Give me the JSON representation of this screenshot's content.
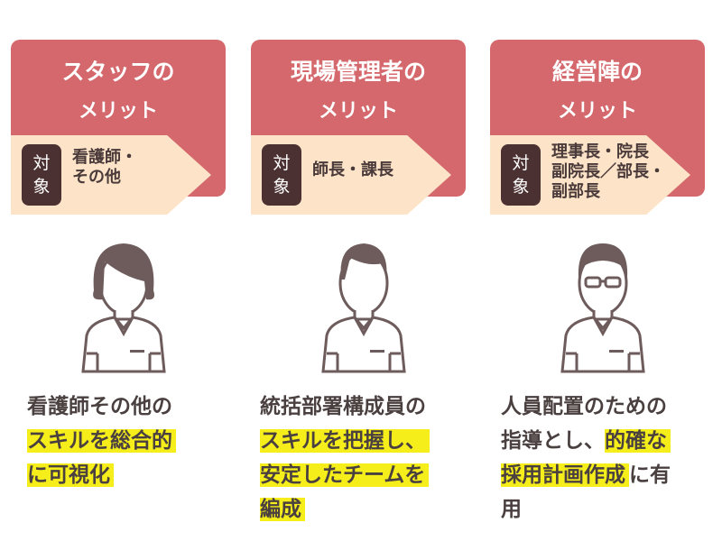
{
  "columns": [
    {
      "title1": "スタッフの",
      "title2": "メリット",
      "badge": "対象",
      "target": [
        "看護師・",
        "その他"
      ],
      "desc": [
        [
          {
            "t": "看護師その他の",
            "h": false
          }
        ],
        [
          {
            "t": "スキルを総合的",
            "h": true
          }
        ],
        [
          {
            "t": "に可視化",
            "h": true
          }
        ]
      ]
    },
    {
      "title1": "現場管理者の",
      "title2": "メリット",
      "badge": "対象",
      "target": [
        "師長・課長"
      ],
      "desc": [
        [
          {
            "t": "統括部署構成員の",
            "h": false
          }
        ],
        [
          {
            "t": "スキルを把握し、",
            "h": true
          }
        ],
        [
          {
            "t": "安定したチームを",
            "h": true
          }
        ],
        [
          {
            "t": "編成",
            "h": true
          }
        ]
      ]
    },
    {
      "title1": "経営陣の",
      "title2": "メリット",
      "badge": "対象",
      "target": [
        "理事長・院長",
        "副院長／部長・",
        "副部長"
      ],
      "desc": [
        [
          {
            "t": "人員配置のための",
            "h": false
          }
        ],
        [
          {
            "t": "指導とし、",
            "h": false
          },
          {
            "t": "的確な",
            "h": true
          }
        ],
        [
          {
            "t": "採用計画作成",
            "h": true
          },
          {
            "t": "に有",
            "h": false
          }
        ],
        [
          {
            "t": "用",
            "h": false
          }
        ]
      ]
    }
  ],
  "colors": {
    "header": "#d4686c",
    "target_bg": "#fde4c8",
    "badge": "#4c3132",
    "highlight": "#f6ee1b",
    "icon": "#6e5c5c"
  }
}
